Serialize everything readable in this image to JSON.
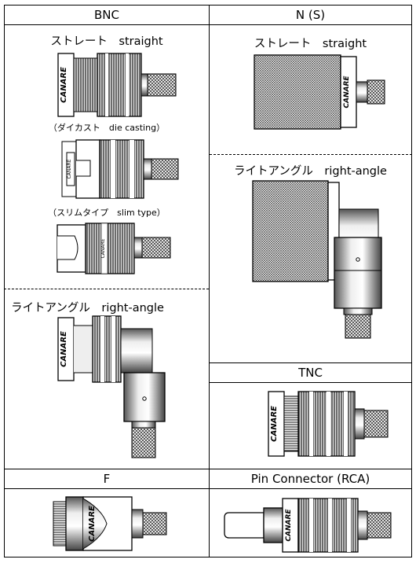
{
  "headers": {
    "bnc": "BNC",
    "n_s": "N (S)",
    "tnc": "TNC",
    "f": "F",
    "rca": "Pin Connector (RCA)"
  },
  "bnc": {
    "straight_label": "ストレート　straight",
    "diecast_label": "（ダイカスト　die casting）",
    "slim_label": "（スリムタイプ　slim type）",
    "right_angle_label": "ライトアングル　right-angle"
  },
  "n_s": {
    "straight_label": "ストレート　straight",
    "right_angle_label": "ライトアングル　right-angle"
  },
  "brand": "CANARE"
}
